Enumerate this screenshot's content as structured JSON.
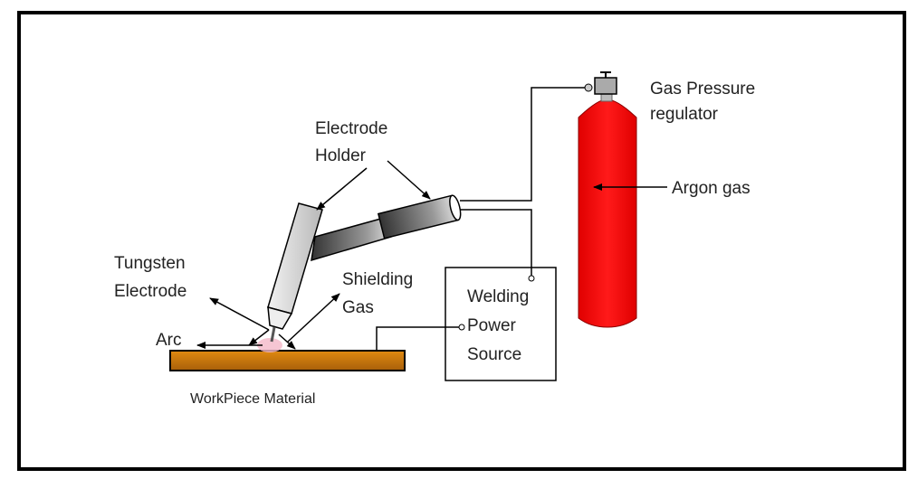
{
  "labels": {
    "electrode_holder_1": "Electrode",
    "electrode_holder_2": "Holder",
    "gas_pressure_1": "Gas Pressure",
    "gas_pressure_2": "regulator",
    "argon": "Argon gas",
    "tungsten_1": "Tungsten",
    "tungsten_2": "Electrode",
    "shielding_1": "Shielding",
    "shielding_2": "Gas",
    "arc": "Arc",
    "power_1": "Welding",
    "power_2": "Power",
    "power_3": "Source",
    "workpiece": "WorkPiece Material"
  },
  "colors": {
    "cylinder": "#ff0000",
    "workpiece": "#c8780f",
    "border": "#000000"
  }
}
